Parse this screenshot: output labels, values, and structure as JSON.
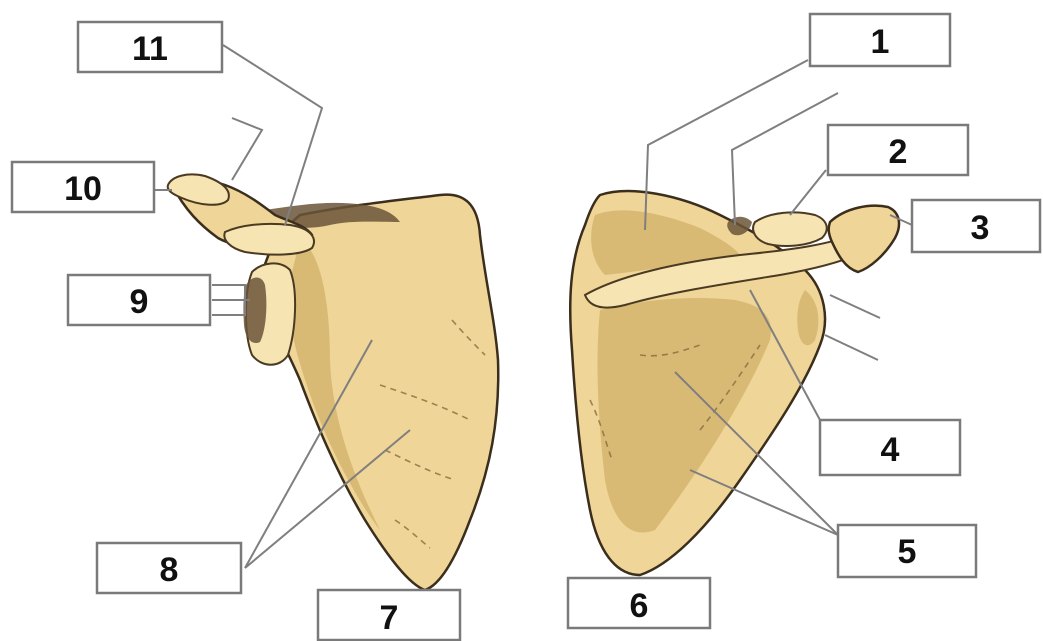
{
  "labels": {
    "l1": "1",
    "l2": "2",
    "l3": "3",
    "l4": "4",
    "l5": "5",
    "l6": "6",
    "l7": "7",
    "l8": "8",
    "l9": "9",
    "l10": "10",
    "l11": "11"
  },
  "colors": {
    "bone": "#efd598",
    "outline": "#3b2e1c",
    "leader": "#7f7f7f"
  }
}
